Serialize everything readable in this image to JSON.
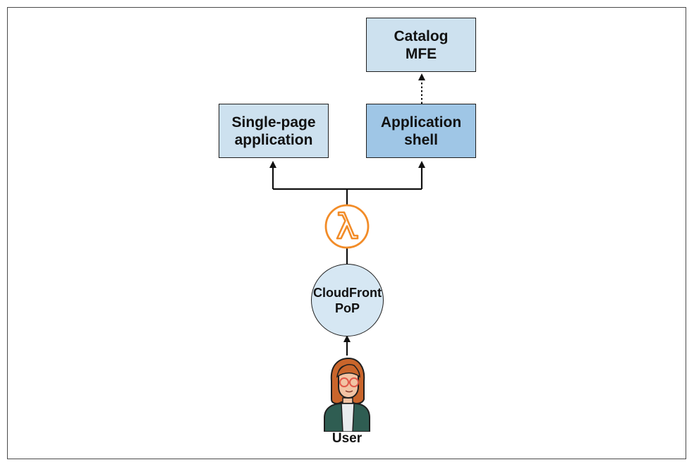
{
  "nodes": {
    "catalog_mfe": {
      "line1": "Catalog",
      "line2": "MFE",
      "fill": "#cde1ef"
    },
    "spa": {
      "line1": "Single-page",
      "line2": "application",
      "fill": "#cde1ef"
    },
    "app_shell": {
      "line1": "Application",
      "line2": "shell",
      "fill": "#9fc6e6"
    },
    "cloudfront": {
      "line1": "CloudFront",
      "line2": "PoP",
      "fill": "#d6e7f3"
    },
    "user": {
      "label": "User"
    }
  },
  "icons": {
    "lambda": {
      "name": "lambda-icon",
      "color": "#f28c28"
    },
    "user": {
      "name": "user-avatar-icon"
    }
  },
  "edges": [
    {
      "from": "user",
      "to": "cloudfront",
      "style": "solid"
    },
    {
      "from": "cloudfront",
      "to": "lambda",
      "style": "solid"
    },
    {
      "from": "lambda",
      "to": "spa",
      "style": "solid"
    },
    {
      "from": "lambda",
      "to": "app_shell",
      "style": "solid"
    },
    {
      "from": "app_shell",
      "to": "catalog_mfe",
      "style": "dotted"
    }
  ]
}
